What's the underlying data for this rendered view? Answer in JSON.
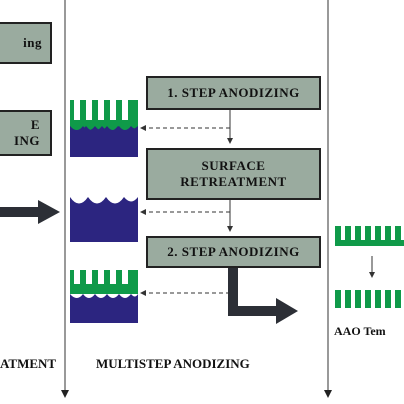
{
  "left_column": {
    "box_top_fragment": "ing",
    "box_mid_line1": "E",
    "box_mid_line2": "ING",
    "caption_fragment": "ATMENT"
  },
  "middle_column": {
    "steps": [
      {
        "label": "1.  STEP ANODIZING"
      },
      {
        "label_line1": "SURFACE",
        "label_line2": "RETREATMENT"
      },
      {
        "label": "2. STEP ANODIZING"
      }
    ],
    "caption": "MULTISTEP ANODIZING"
  },
  "right_column": {
    "caption_fragment": "AAO Tem"
  },
  "colors": {
    "box_fill": "#9aab9f",
    "substrate": "#2c2580",
    "oxide": "#0f9a49",
    "arrow": "#2c2f36"
  }
}
